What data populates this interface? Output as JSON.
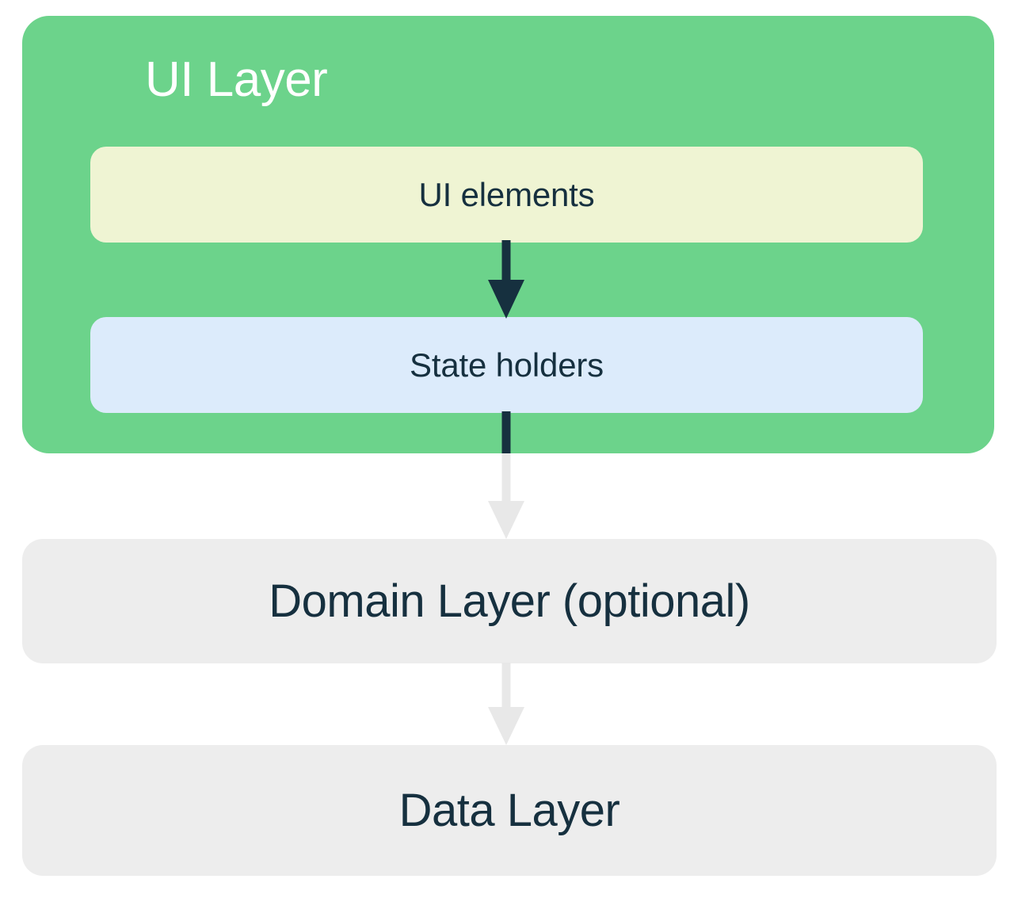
{
  "diagram": {
    "title": "UI Layer",
    "colors": {
      "ui_layer_bg": "#6CD38B",
      "ui_elements_bg": "#EFF4D3",
      "state_holders_bg": "#DCEBFB",
      "layer_card_bg": "#EDEDED",
      "text_dark": "#16303F",
      "text_light": "#FFFFFF",
      "arrow_dark": "#16303F",
      "arrow_light": "#E8E8E8"
    },
    "ui_layer": {
      "label": "UI Layer",
      "boxes": [
        {
          "id": "ui-elements",
          "label": "UI elements"
        },
        {
          "id": "state-holders",
          "label": "State holders"
        }
      ]
    },
    "layers": [
      {
        "id": "domain-layer",
        "label": "Domain Layer (optional)"
      },
      {
        "id": "data-layer",
        "label": "Data Layer"
      }
    ],
    "arrows": [
      {
        "id": "ui-elements-to-state-holders",
        "from": "UI elements",
        "to": "State holders",
        "style": "dark",
        "direction": "down"
      },
      {
        "id": "state-holders-to-domain-layer",
        "from": "State holders",
        "to": "Domain Layer (optional)",
        "style": "dark-to-light",
        "direction": "down"
      },
      {
        "id": "domain-layer-to-data-layer",
        "from": "Domain Layer (optional)",
        "to": "Data Layer",
        "style": "light",
        "direction": "down"
      }
    ]
  }
}
